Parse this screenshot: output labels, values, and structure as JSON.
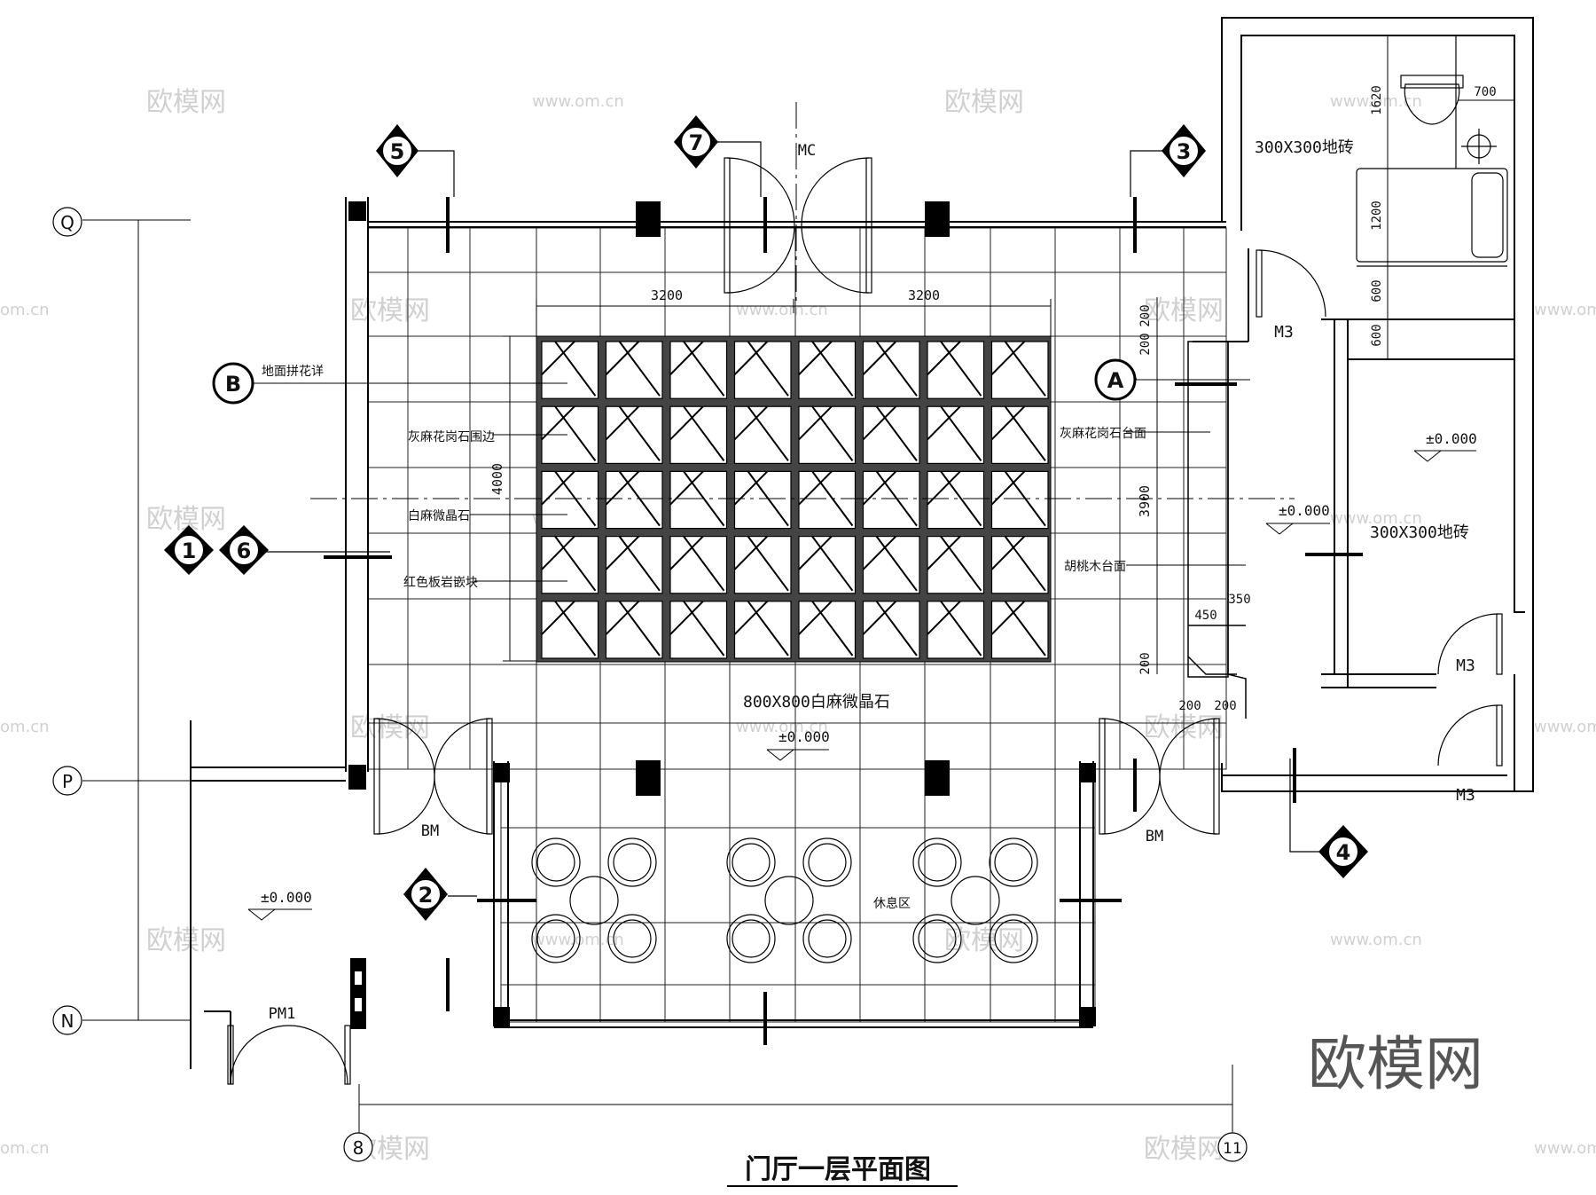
{
  "drawing": {
    "title": "门厅一层平面图"
  },
  "grid_axes": {
    "Q": "Q",
    "P": "P",
    "N": "N",
    "axis_8": "8",
    "axis_11": "11"
  },
  "section_markers": {
    "m5": "5",
    "m7": "7",
    "m3": "3",
    "m1": "1",
    "m6": "6",
    "m2": "2",
    "m4": "4",
    "mB": "B",
    "mA": "A"
  },
  "doors": {
    "mc": "MC",
    "bm_left": "BM",
    "bm_right": "BM",
    "m3_top": "M3",
    "m3_mid": "M3",
    "m3_bottom": "M3",
    "pm1": "PM1"
  },
  "annotations": {
    "floor_pattern": "地面拼花详",
    "granite_border": "灰麻花岗石围边",
    "white_marble": "白麻微晶石",
    "red_slate": "红色板岩嵌块",
    "granite_counter": "灰麻花岗石台面",
    "walnut_counter": "胡桃木台面",
    "floor_800": "800X800白麻微晶石",
    "tile_300_top": "300X300地砖",
    "tile_300_right": "300X300地砖",
    "rest_area": "休息区"
  },
  "levels": {
    "center": "±0.000",
    "right_room": "±0.000",
    "counter": "±0.000",
    "left_lower": "±0.000"
  },
  "dimensions": {
    "d3200a": "3200",
    "d3200b": "3200",
    "d4000": "4000",
    "d3900": "3900",
    "d200a": "200",
    "d200b": "200",
    "d200c": "200",
    "d200d": "200",
    "d200e": "200",
    "d450": "450",
    "d350": "350",
    "d1620": "1620",
    "d1200": "1200",
    "d600a": "600",
    "d600b": "600",
    "d700": "700"
  },
  "watermarks": {
    "brand": "欧模网",
    "url": "www.om.cn",
    "short": "om.cn"
  }
}
